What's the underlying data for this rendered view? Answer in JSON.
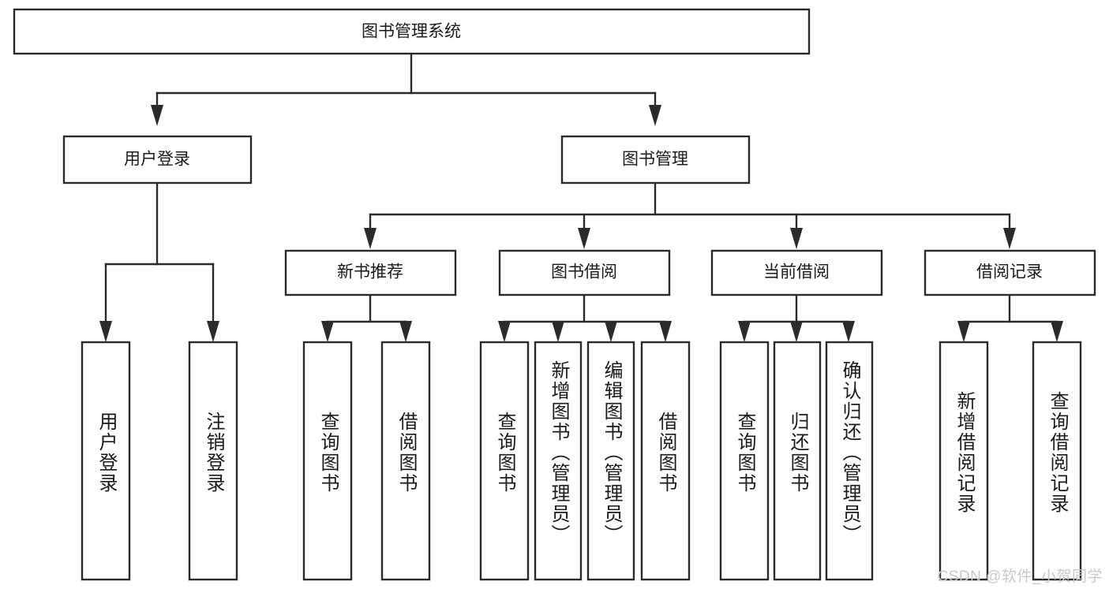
{
  "diagram": {
    "title": "图书管理系统",
    "type": "tree-hierarchy-chart",
    "watermark": "CSDN @软件_小贺同学",
    "colors": {
      "stroke": "#2b2b2b",
      "fill": "#ffffff",
      "text": "#1a1a1a",
      "watermark": "#c9c9c9"
    },
    "root": {
      "label": "图书管理系统"
    },
    "level2": [
      {
        "label": "用户登录"
      },
      {
        "label": "图书管理"
      }
    ],
    "level3": [
      {
        "label": "新书推荐"
      },
      {
        "label": "图书借阅"
      },
      {
        "label": "当前借阅"
      },
      {
        "label": "借阅记录"
      }
    ],
    "leaves": {
      "user_login": [
        {
          "label": "用户登录"
        },
        {
          "label": "注销登录"
        }
      ],
      "new_book_recommend": [
        {
          "label": "查询图书"
        },
        {
          "label": "借阅图书"
        }
      ],
      "book_borrow": [
        {
          "label": "查询图书"
        },
        {
          "label": "新增图书（管理员）"
        },
        {
          "label": "编辑图书（管理员）"
        },
        {
          "label": "借阅图书"
        }
      ],
      "current_borrow": [
        {
          "label": "查询图书"
        },
        {
          "label": "归还图书"
        },
        {
          "label": "确认归还（管理员）"
        }
      ],
      "borrow_record": [
        {
          "label": "新增借阅记录"
        },
        {
          "label": "查询借阅记录"
        }
      ]
    }
  }
}
